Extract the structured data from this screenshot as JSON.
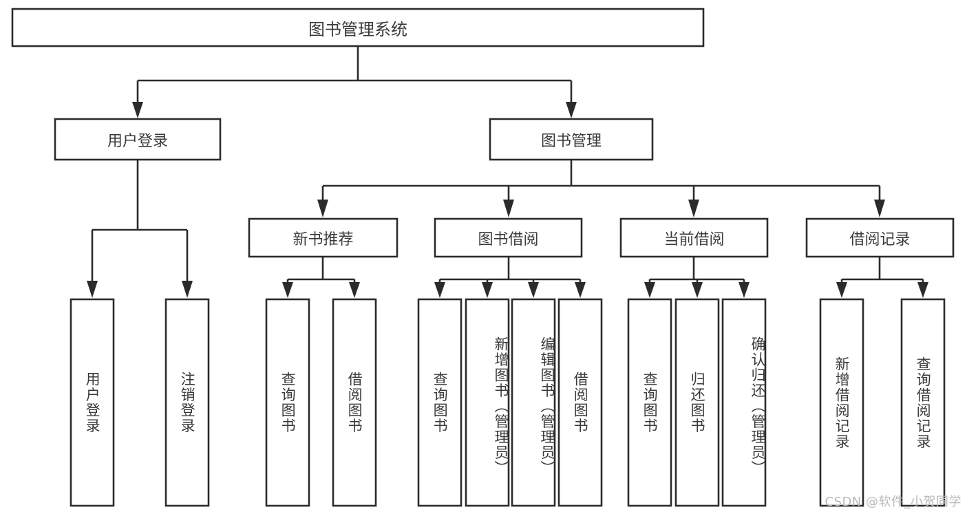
{
  "diagram": {
    "type": "hierarchy-tree",
    "title": "图书管理系统",
    "watermark": "CSDN @软件_小贺同学",
    "colors": {
      "background": "#ffffff",
      "stroke": "#2b2b2b",
      "text": "#3a3a3a",
      "watermark": "#b9b9b9"
    },
    "root": {
      "label": "图书管理系统"
    },
    "level2": [
      {
        "label": "用户登录"
      },
      {
        "label": "图书管理"
      }
    ],
    "level3": [
      {
        "label": "新书推荐"
      },
      {
        "label": "图书借阅"
      },
      {
        "label": "当前借阅"
      },
      {
        "label": "借阅记录"
      }
    ],
    "leaves": {
      "user_login": [
        {
          "label": "用户登录"
        },
        {
          "label": "注销登录"
        }
      ],
      "new_book_recommend": [
        {
          "label": "查询图书"
        },
        {
          "label": "借阅图书"
        }
      ],
      "book_borrow": [
        {
          "label": "查询图书"
        },
        {
          "label": "新增图书（管理员）"
        },
        {
          "label": "编辑图书（管理员）"
        },
        {
          "label": "借阅图书"
        }
      ],
      "current_borrow": [
        {
          "label": "查询图书"
        },
        {
          "label": "归还图书"
        },
        {
          "label": "确认归还（管理员）"
        }
      ],
      "borrow_record": [
        {
          "label": "新增借阅记录"
        },
        {
          "label": "查询借阅记录"
        }
      ]
    }
  }
}
